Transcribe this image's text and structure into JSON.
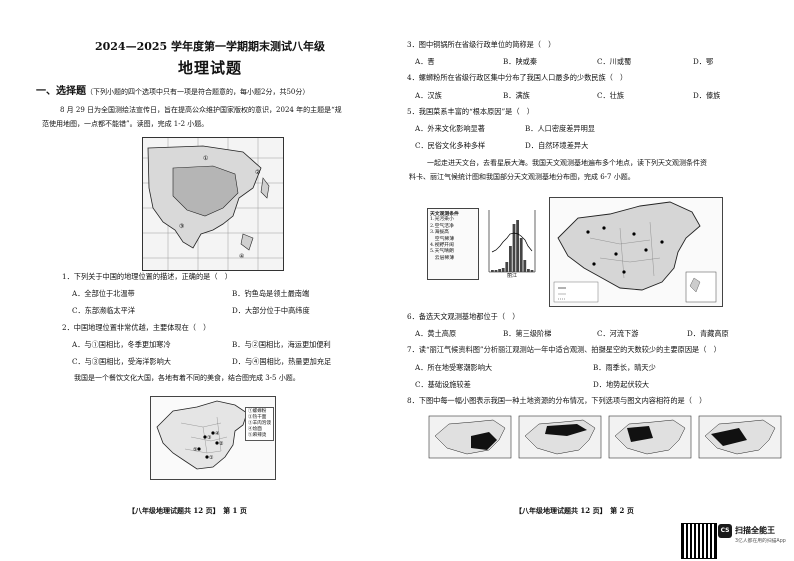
{
  "left": {
    "title_line1": "2024—2025 学年度第一学期期末测试八年级",
    "title_line2": "地理试题",
    "section_title": "一、选择题",
    "section_note": "（下列小题的四个选项中只有一项是符合题意的，每小题2分，共50分）",
    "intro_line1": "8 月 29 日为全国测绘法宣传日，旨在提高公众维护国家版权的意识，2024 年的主题是“规",
    "intro_line2": "范使用地图，一点都不能错”。读图，完成 1-2 小题。",
    "q1": "1．下列关于中国的地理位置的描述，正确的是（　）",
    "q1_a": "A．全部位于北温带",
    "q1_b": "B．钓鱼岛是领土最南端",
    "q1_c": "C．东部濒临太平洋",
    "q1_d": "D．大部分位于中高纬度",
    "q2": "2．中国地理位置非常优越，主要体现在（　）",
    "q2_a": "A．与①国相比，冬季更加寒冷",
    "q2_b": "B．与②国相比，海运更加便利",
    "q2_c": "C．与③国相比，受海洋影响大",
    "q2_d": "D．与④国相比，热量更加充足",
    "intro2": "我国是一个餐饮文化大国，各地有着不同的美食，结合图完成 3-5 小题。",
    "legend": [
      "①螺蛳粉",
      "②热干面",
      "③羊肉泡馍",
      "④烩面",
      "⑤麻辣烫"
    ],
    "footer": "【八年级地理试题共 12 页】　第 1 页"
  },
  "right": {
    "q3": "3．图中铜锅所在省级行政单位的简称是（　）",
    "q3_a": "A．晋",
    "q3_b": "B．陕或秦",
    "q3_c": "C．川或蜀",
    "q3_d": "D．鄂",
    "q4": "4．螺蛳粉所在省级行政区集中分布了我国人口最多的少数民族（　）",
    "q4_a": "A．汉族",
    "q4_b": "B．满族",
    "q4_c": "C．壮族",
    "q4_d": "D．傣族",
    "q5": "5．我国菜系丰富的“根本原因”是（　）",
    "q5_a": "A．外来文化影响显著",
    "q5_b": "B．人口密度差异明显",
    "q5_c": "C．民俗文化多种多样",
    "q5_d": "D．自然环境差异大",
    "intro3_line1": "一起走进天文台，去看星辰大海。我国天文观测基地遍布多个地点，读下列天文观测条件资",
    "intro3_line2": "料卡、丽江气候统计图和我国部分天文观测基地分布图，完成 6-7 小题。",
    "card_title": "天文观测条件",
    "card_items": [
      "1.光污染小",
      "2.空气洁净",
      "3.海拔高",
      "　空气稀薄",
      "4.视野开阔",
      "5.天气晴朗",
      "　云层稀薄"
    ],
    "climate_label": "丽江",
    "q6": "6．备选天文观测基地都位于（　）",
    "q6_a": "A．黄土高原",
    "q6_b": "B．第三级阶梯",
    "q6_c": "C．河流下游",
    "q6_d": "D．青藏高原",
    "q7": "7．读“丽江气候资料图”分析丽江观测站一年中适合观测、拍摄星空的天数较少的主要原因是（　）",
    "q7_a": "A．所在地受寒潮影响大",
    "q7_b": "B．雨季长，晴天少",
    "q7_c": "C．基础设施较差",
    "q7_d": "D．地势起伏较大",
    "q8": "8．下图中每一幅小图表示我国一种土地资源的分布情况，下列选项与图文内容相符的是（　）",
    "footer": "【八年级地理试题共 12 页】　第 2 页"
  },
  "scanner": {
    "badge": "CS",
    "name": "扫描全能王",
    "tagline": "3亿人都在用的扫描App"
  }
}
